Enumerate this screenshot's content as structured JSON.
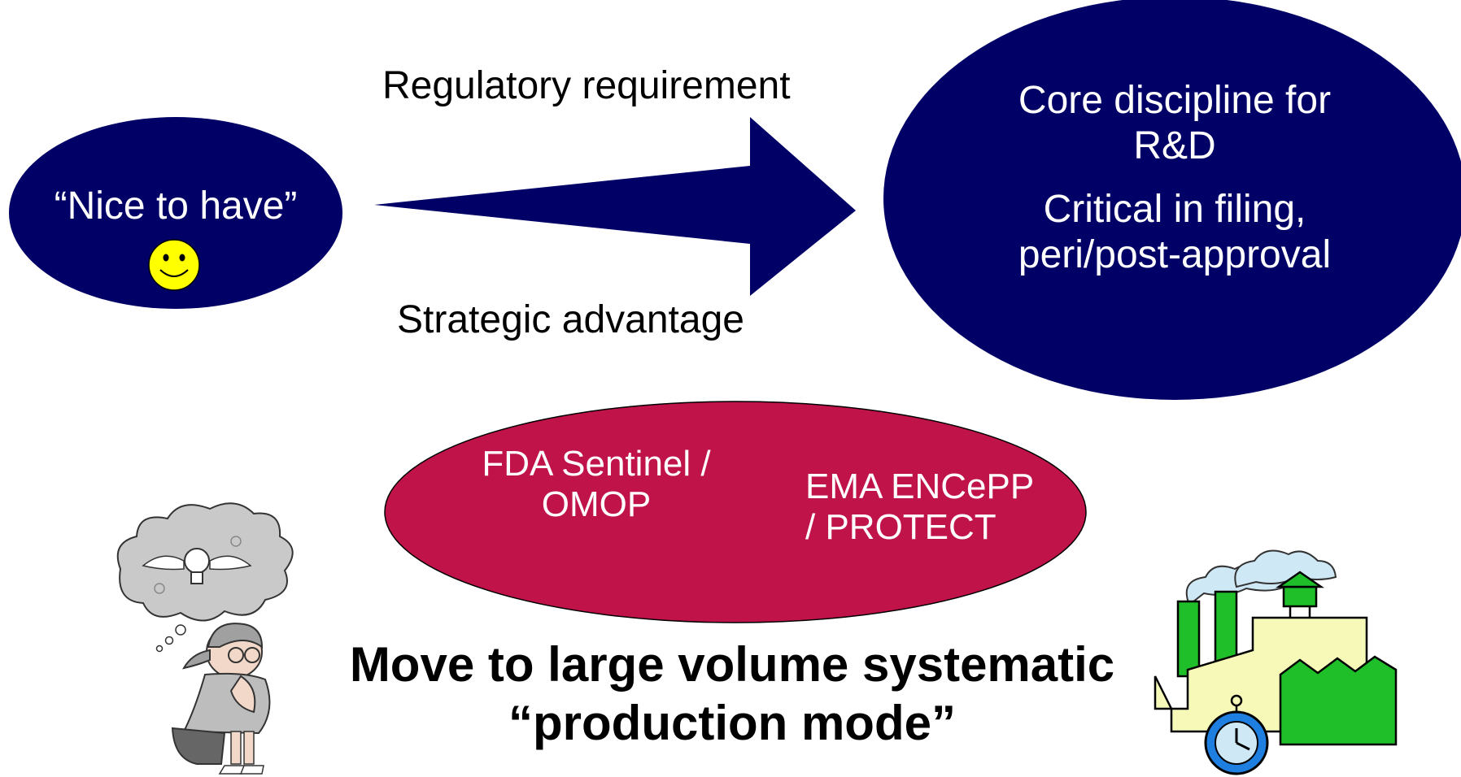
{
  "left_bubble": {
    "text": "“Nice to have”"
  },
  "arrow": {
    "top_label": "Regulatory requirement",
    "bottom_label": "Strategic advantage"
  },
  "right_bubble": {
    "line1": "Core discipline for",
    "line2": "R&D",
    "line3": "Critical in filing,",
    "line4": "peri/post-approval"
  },
  "red_bubble": {
    "fda_line1": "FDA Sentinel /",
    "fda_line2": "OMOP",
    "ema_line1": "EMA ENCePP",
    "ema_line2": "/ PROTECT"
  },
  "footer": {
    "line1": "Move to large volume systematic",
    "line2": "“production mode”"
  },
  "colors": {
    "navy": "#000066",
    "crimson": "#C0134A",
    "smiley": "#FFFF00",
    "factory_green": "#1FBF2A",
    "factory_cream": "#F6F9B8",
    "clock_blue": "#1E7FE0"
  },
  "icons": [
    "smiley-face-icon",
    "thinking-person-icon",
    "factory-icon"
  ]
}
